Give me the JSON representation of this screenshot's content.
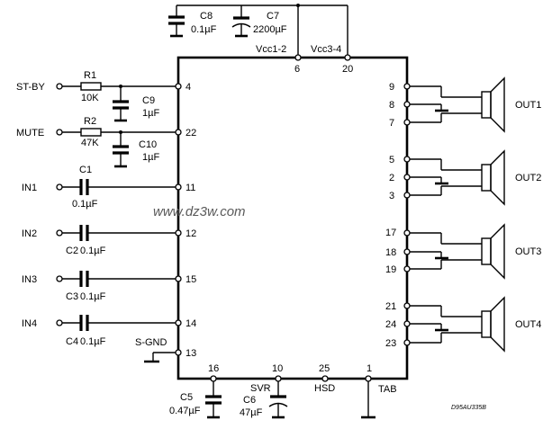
{
  "diagram": {
    "watermark": "www.dz3w.com",
    "drawing_code": "D95AU335B",
    "inputs": [
      "ST-BY",
      "MUTE",
      "IN1",
      "IN2",
      "IN3",
      "IN4"
    ],
    "outputs": [
      "OUT1",
      "OUT2",
      "OUT3",
      "OUT4"
    ],
    "supply_labels": {
      "vcc12": "Vcc1-2",
      "vcc34": "Vcc3-4"
    },
    "bottom_labels": {
      "s_gnd": "S-GND",
      "svr": "SVR",
      "hsd": "HSD",
      "tab": "TAB"
    },
    "pins": {
      "p4": "4",
      "p22": "22",
      "p11": "11",
      "p12": "12",
      "p15": "15",
      "p14": "14",
      "p13": "13",
      "p6": "6",
      "p20": "20",
      "p9": "9",
      "p8": "8",
      "p7": "7",
      "p5": "5",
      "p2": "2",
      "p3": "3",
      "p17": "17",
      "p18": "18",
      "p19": "19",
      "p21": "21",
      "p24": "24",
      "p23": "23",
      "p16": "16",
      "p10": "10",
      "p25": "25",
      "p1": "1"
    },
    "components": {
      "R1": {
        "name": "R1",
        "value": "10K"
      },
      "R2": {
        "name": "R2",
        "value": "47K"
      },
      "C1": {
        "name": "C1",
        "value": "0.1µF"
      },
      "C2": {
        "name": "C2",
        "value": "0.1µF"
      },
      "C3": {
        "name": "C3",
        "value": "0.1µF"
      },
      "C4": {
        "name": "C4",
        "value": "0.1µF"
      },
      "C5": {
        "name": "C5",
        "value": "0.47µF"
      },
      "C6": {
        "name": "C6",
        "value": "47µF"
      },
      "C7": {
        "name": "C7",
        "value": "2200µF"
      },
      "C8": {
        "name": "C8",
        "value": "0.1µF"
      },
      "C9": {
        "name": "C9",
        "value": "1µF"
      },
      "C10": {
        "name": "C10",
        "value": "1µF"
      }
    }
  }
}
